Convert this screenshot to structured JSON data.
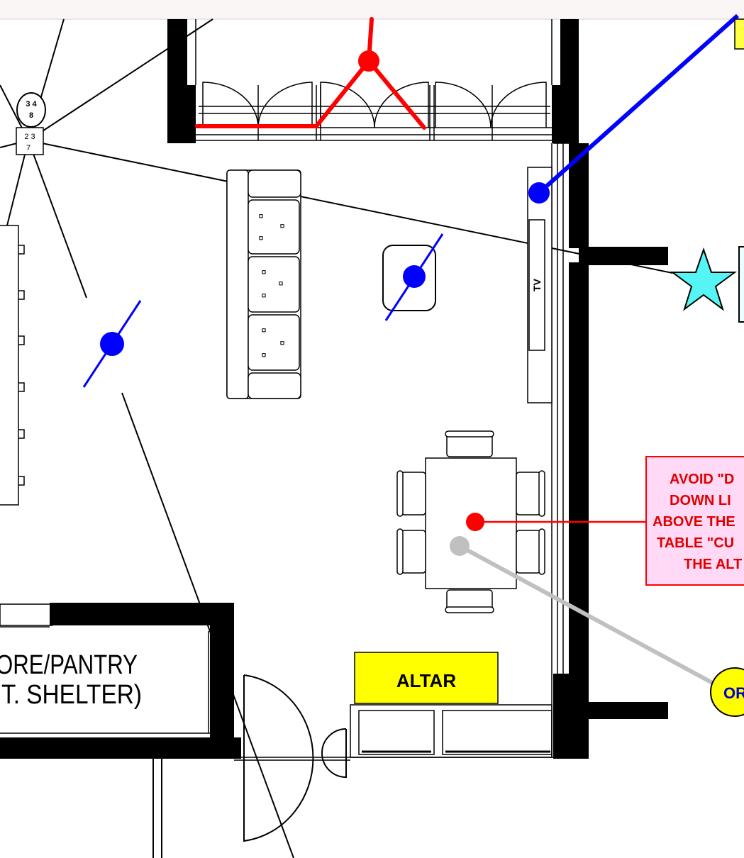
{
  "labels": {
    "switch_top": "3 4",
    "switch_top_2": "8",
    "switch_bottom": "2 3",
    "switch_bottom_2": "7",
    "tv": "TV",
    "altar": "ALTAR",
    "store_line1": "ORE/PANTRY",
    "store_line2": "T. SHELTER)",
    "note_line1": "AVOID \"D",
    "note_line2": "DOWN LI",
    "note_line3": "ABOVE THE",
    "note_line4": "TABLE \"CU",
    "note_line5": "THE ALT",
    "callout": "OR"
  },
  "colors": {
    "page_bg": "#ffffff",
    "top_band": "#fbf6f6",
    "wall": "#000000",
    "red_light": "#ff0000",
    "blue_light": "#0000ff",
    "grey_light": "#c0c0c0",
    "star": "#55f5f5",
    "altar_fill": "#ffff00",
    "note_fill": "#ffd9f5",
    "note_border": "#ff0000",
    "callout_fill": "#ffff00",
    "callout_text": "#0000cc"
  },
  "icons": {
    "star": "star-icon",
    "switch": "switch-icon"
  }
}
